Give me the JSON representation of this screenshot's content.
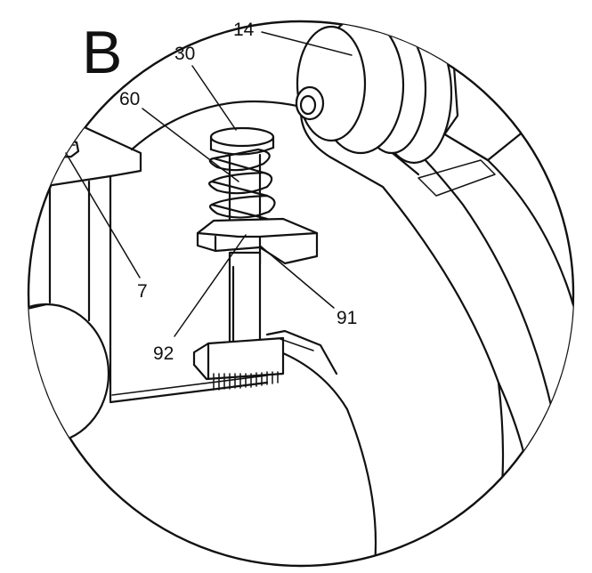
{
  "figure": {
    "view_label": "B",
    "labels": {
      "spring": "30",
      "rod": "60",
      "wheel": "14",
      "bolt": "7",
      "collar": "91",
      "shaft": "92"
    }
  }
}
